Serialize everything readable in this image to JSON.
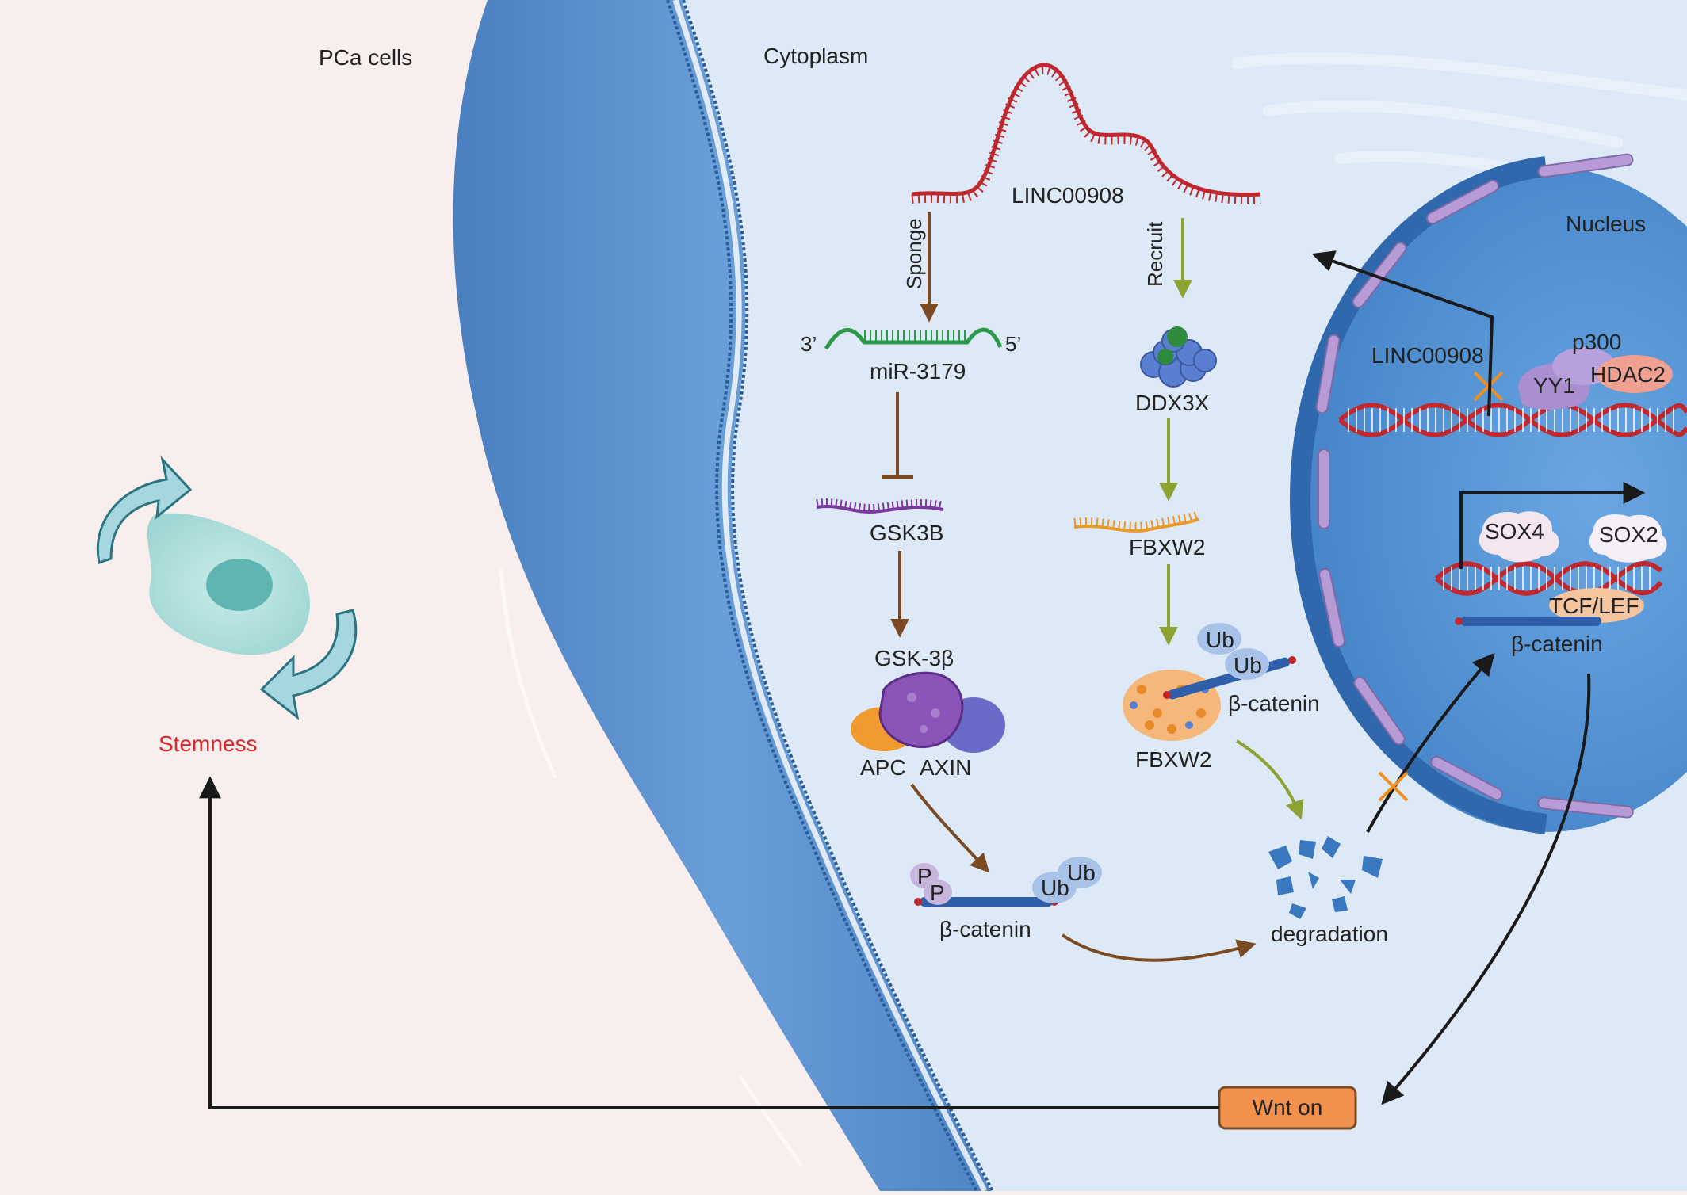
{
  "labels": {
    "pca_cells": "PCa cells",
    "cytoplasm": "Cytoplasm",
    "nucleus": "Nucleus",
    "stemness": "Stemness",
    "lncrna": "LINC00908",
    "sponge": "Sponge",
    "recruit": "Recruit",
    "mirna": "miR-3179",
    "mirna_3": "3’",
    "mirna_5": "5’",
    "gsk3b_gene": "GSK3B",
    "gsk3b_protein": "GSK-3β",
    "apc": "APC",
    "axin": "AXIN",
    "ddx3x": "DDX3X",
    "fbxw2_gene": "FBXW2",
    "fbxw2_protein": "FBXW2",
    "beta_catenin_ub": "β-catenin",
    "beta_catenin_p": "β-catenin",
    "beta_catenin_nuc": "β-catenin",
    "degradation": "degradation",
    "p": "P",
    "ub": "Ub",
    "nuc_lncrna": "LINC00908",
    "yy1": "YY1",
    "p300": "p300",
    "hdac2": "HDAC2",
    "sox4": "SOX4",
    "sox2": "SOX2",
    "tcf_lef": "TCF/LEF",
    "wnt_on": "Wnt on"
  },
  "colors": {
    "background": "#f8eeee",
    "cytoplasm": "#dde9f6",
    "membrane": "#5b8fcb",
    "nucleus": "#5b96d6",
    "lncrna": "#c0282f",
    "mirna": "#2a9a48",
    "gsk3b": "#7a3aa0",
    "fbxw2": "#e89a2a",
    "brown_arrow": "#7a4a22",
    "olive_arrow": "#8ca232",
    "stemness": "#d9252b",
    "wnt_box": "#f2914d",
    "block_mark": "#f09020"
  }
}
